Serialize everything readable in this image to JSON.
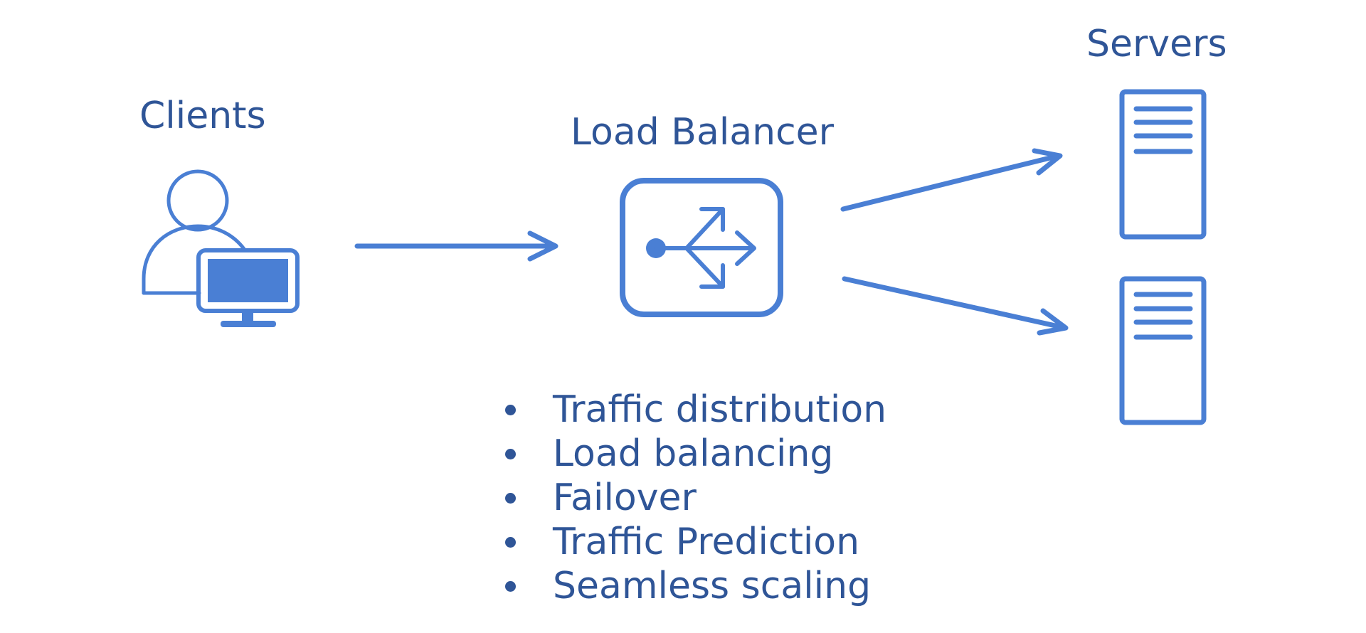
{
  "labels": {
    "clients": "Clients",
    "load_balancer": "Load Balancer",
    "servers": "Servers"
  },
  "features": [
    "Traffic distribution",
    "Load balancing",
    "Failover",
    "Traffic Prediction",
    "Seamless scaling"
  ],
  "colors": {
    "icon": "#4a7fd4",
    "text": "#2f5597",
    "background": "#ffffff"
  },
  "icons": {
    "client": "user-with-monitor-icon",
    "load_balancer": "load-balancer-split-icon",
    "server": "server-tower-icon"
  }
}
